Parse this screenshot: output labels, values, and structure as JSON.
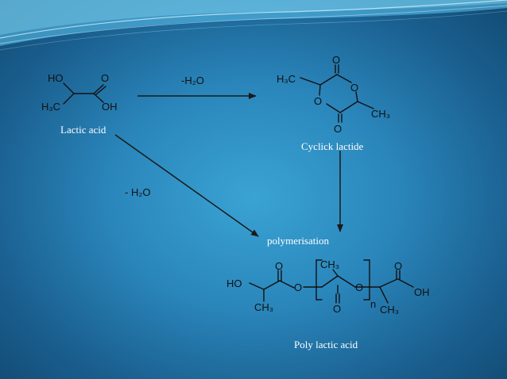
{
  "labels": {
    "lactic_acid": "Lactic acid",
    "cyclic_lactide": "Cyclick lactide",
    "polymerisation": "polymerisation",
    "poly_lactic_acid": "Poly lactic acid"
  },
  "conditions": {
    "top_arrow": "-H₂O",
    "diagonal_arrow": "- H₂O"
  },
  "lactic_acid": {
    "ho": "HO",
    "o": "O",
    "h3c": "H₃C",
    "oh": "OH"
  },
  "lactide": {
    "o_top": "O",
    "h3c": "H₃C",
    "o_ring_right": "O",
    "o_ring_left": "O",
    "ch3": "CH₃",
    "o_bottom": "O"
  },
  "pla": {
    "ho": "HO",
    "o_left_carbonyl": "O",
    "ch3_left": "CH₃",
    "o_ester_left": "O",
    "ch3_top": "CH₃",
    "o_ester_right": "O",
    "o_mid_carbonyl": "O",
    "n": "n",
    "ch3_right": "CH₃",
    "o_right_carbonyl": "O",
    "oh": "OH"
  }
}
